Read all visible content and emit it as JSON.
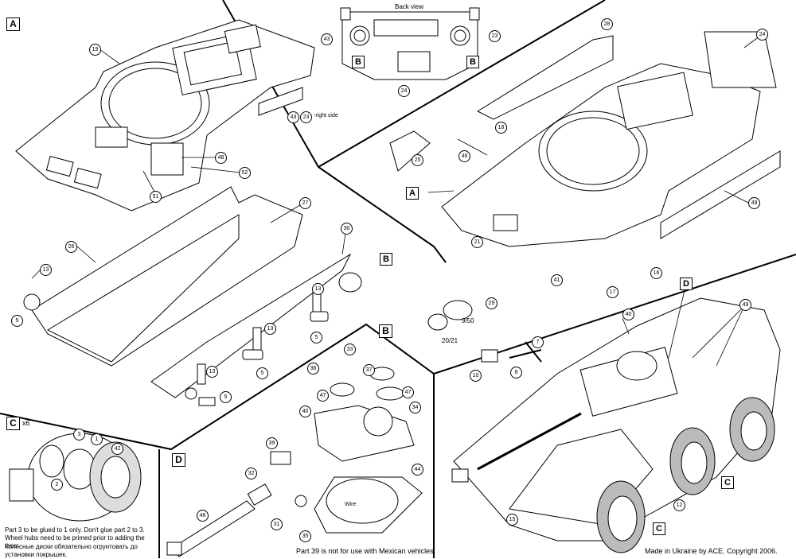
{
  "sections": {
    "a": "A",
    "b": "B",
    "c": "C",
    "c_mult": "x6",
    "d": "D"
  },
  "back_view": "Back view",
  "right_side": "-right side",
  "wire": "Wire",
  "notes": {
    "part3_note_en": "Part 3 to be glued to 1 only. Don't glue part 2 to 3. Wheel hubs need to be primed prior to adding the tires.",
    "part3_note_ru": "Колёсные диски обязательно огрунтовать до установки покрышек.",
    "part39_note": "Part 39 is not for use with Mexican vehicles.",
    "copyright": "Made in Ukraine by ACE. Copyright 2006."
  },
  "parts": {
    "p43a": "43",
    "p23a": "23",
    "p24a": "24",
    "p19": "19",
    "p43_23": "43",
    "p23b": "23",
    "p48": "48",
    "p52": "52",
    "p51": "51",
    "p26": "26",
    "p27": "27",
    "p13a": "13",
    "p5a": "5",
    "p30": "30",
    "p13b": "13",
    "p13c": "13",
    "p5b": "5",
    "p5c": "5",
    "p13d": "13",
    "p5d": "5",
    "p28": "28",
    "p24b": "24",
    "p25": "25",
    "p46": "46",
    "p18": "18",
    "p21": "21",
    "p41": "41",
    "p49a": "49",
    "p17": "17",
    "p16": "16",
    "p29": "29",
    "p9_50": "9/50",
    "p20_21": "20/21",
    "p33": "33",
    "p36": "36",
    "p37": "37",
    "p47a": "47",
    "p47b": "47",
    "p40a": "40",
    "p34": "34",
    "p44": "44",
    "p39": "39",
    "p32": "32",
    "p31": "31",
    "p35": "35",
    "p46b": "46",
    "p3": "3",
    "p1": "1",
    "p42": "42",
    "p2": "2",
    "p7": "7",
    "p10": "10",
    "p8": "8",
    "p40b": "40",
    "p49b": "49",
    "p15": "15",
    "p12": "12"
  },
  "refs": {
    "b1": "B",
    "b2": "B",
    "b3": "B",
    "a_ref": "A",
    "d_ref": "D",
    "c_ref1": "C",
    "c_ref2": "C"
  }
}
